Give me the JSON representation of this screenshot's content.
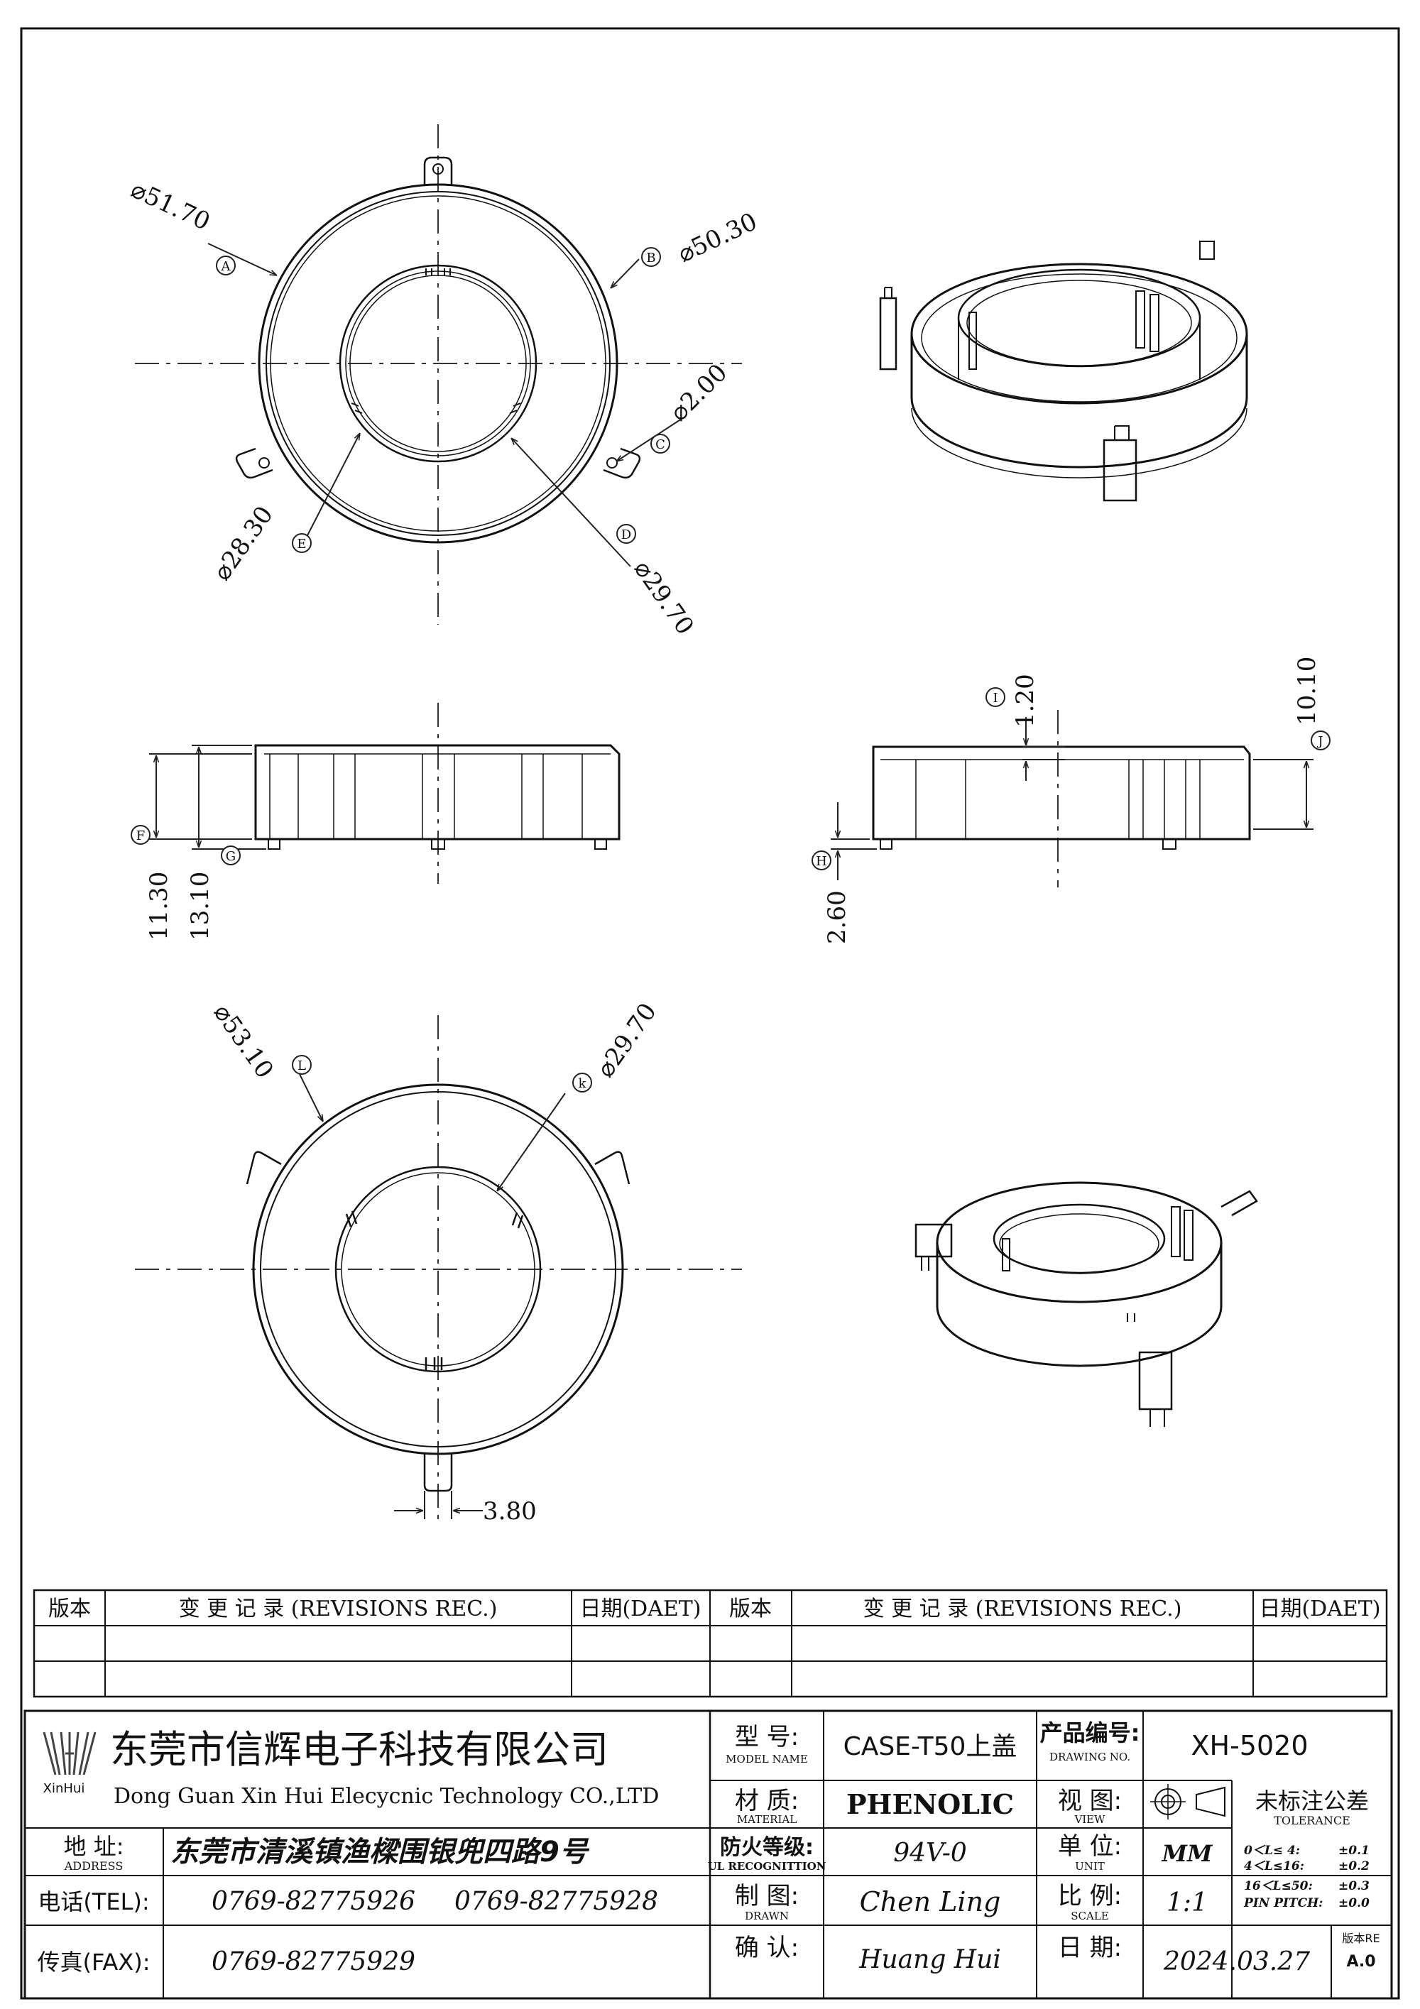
{
  "dimensions": {
    "top_outer": "⌀51.70",
    "top_b": "⌀50.30",
    "top_c": "⌀2.00",
    "top_e": "⌀28.30",
    "top_d": "⌀29.70",
    "front_f": "11.30",
    "front_g": "13.10",
    "side_i": "1.20",
    "side_j": "10.10",
    "side_h": "2.60",
    "bottom_l": "⌀53.10",
    "bottom_k": "⌀29.70",
    "bottom_w": "3.80"
  },
  "labels": {
    "a": "A",
    "b": "B",
    "c": "C",
    "d": "D",
    "e": "E",
    "f": "F",
    "g": "G",
    "h": "H",
    "i": "I",
    "j": "J",
    "k": "k",
    "l": "L"
  },
  "revisions": {
    "ver": "版本",
    "rec": "变 更 记 录  (REVISIONS REC.)",
    "date": "日期(DAET)"
  },
  "company": {
    "logo_text": "XinHui",
    "name_cn": "东莞市信辉电子科技有限公司",
    "name_en": "Dong Guan Xin Hui Elecycnic Technology CO.,LTD",
    "address_label": "地 址:",
    "address_label_en": "ADDRESS",
    "address": "东莞市清溪镇渔樑围银兜四路9号",
    "tel_label": "电话(TEL):",
    "tel1": "0769-82775926",
    "tel2": "0769-82775928",
    "fax_label": "传真(FAX):",
    "fax": "0769-82775929"
  },
  "title_block": {
    "model_label": "型 号:",
    "model_label_en": "MODEL NAME",
    "model": "CASE-T50上盖",
    "drawing_no_label": "产品编号:",
    "drawing_no_label_en": "DRAWING NO.",
    "drawing_no": "XH-5020",
    "material_label": "材 质:",
    "material_label_en": "MATERIAL",
    "material": "PHENOLIC",
    "view_label": "视 图:",
    "view_label_en": "VIEW",
    "fire_label": "防火等级:",
    "fire_label_en": "UL RECOGNITTION",
    "fire": "94V-0",
    "unit_label": "单 位:",
    "unit_label_en": "UNIT",
    "unit": "MM",
    "drawn_label": "制 图:",
    "drawn_label_en": "DRAWN",
    "drawn": "Chen Ling",
    "scale_label": "比 例:",
    "scale_label_en": "SCALE",
    "scale": "1:1",
    "check_label": "确 认:",
    "checked": "Huang Hui",
    "date_label": "日 期:",
    "date": "2024.03.27",
    "rev_label": "版本RE",
    "rev": "A.0",
    "tolerance_label": "未标注公差",
    "tolerance_label_en": "TOLERANCE",
    "tolerances": [
      {
        "range": "0＜L≤ 4:",
        "value": "±0.1"
      },
      {
        "range": "4＜L≤16:",
        "value": "±0.2"
      },
      {
        "range": "16＜L≤50:",
        "value": "±0.3"
      },
      {
        "range": "PIN PITCH:",
        "value": "±0.0"
      }
    ]
  }
}
